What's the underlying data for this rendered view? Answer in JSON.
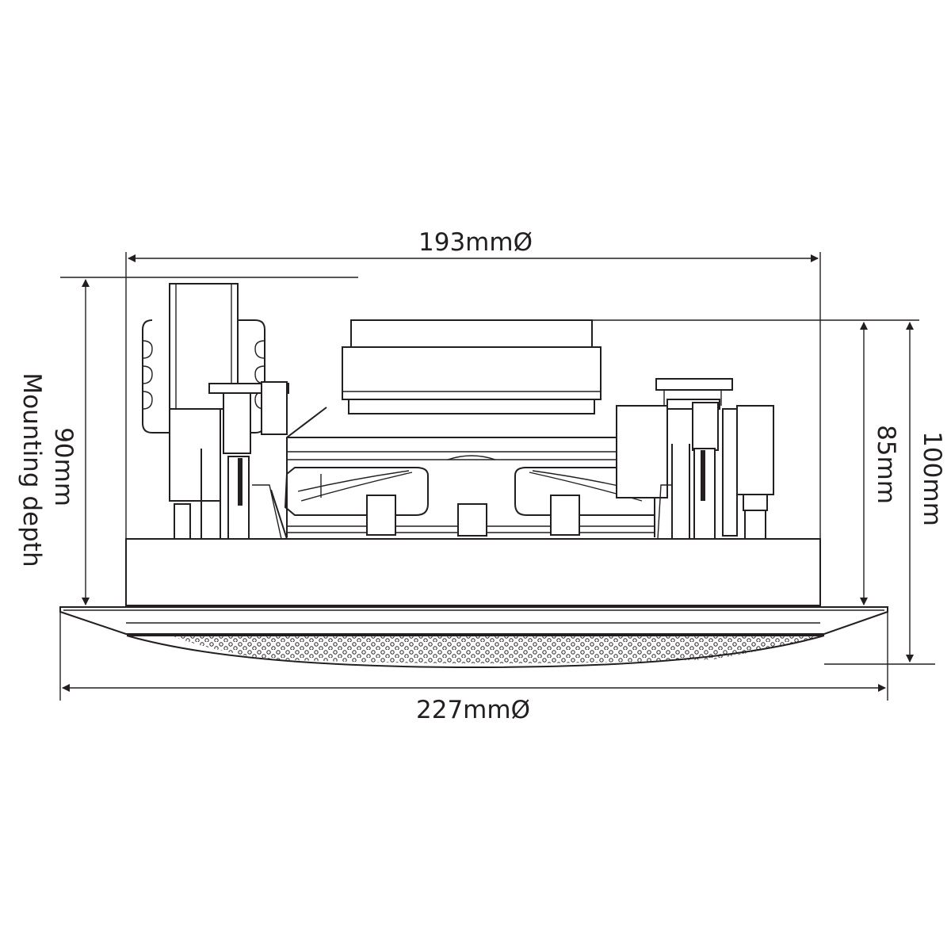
{
  "dimensions": {
    "top_width": "193mmØ",
    "bottom_width": "227mmØ",
    "mounting_depth_value": "90mm",
    "mounting_depth_label": "Mounting depth",
    "body_depth": "85mm",
    "total_depth": "100mm"
  },
  "colors": {
    "line": "#231f20",
    "background": "#ffffff"
  }
}
